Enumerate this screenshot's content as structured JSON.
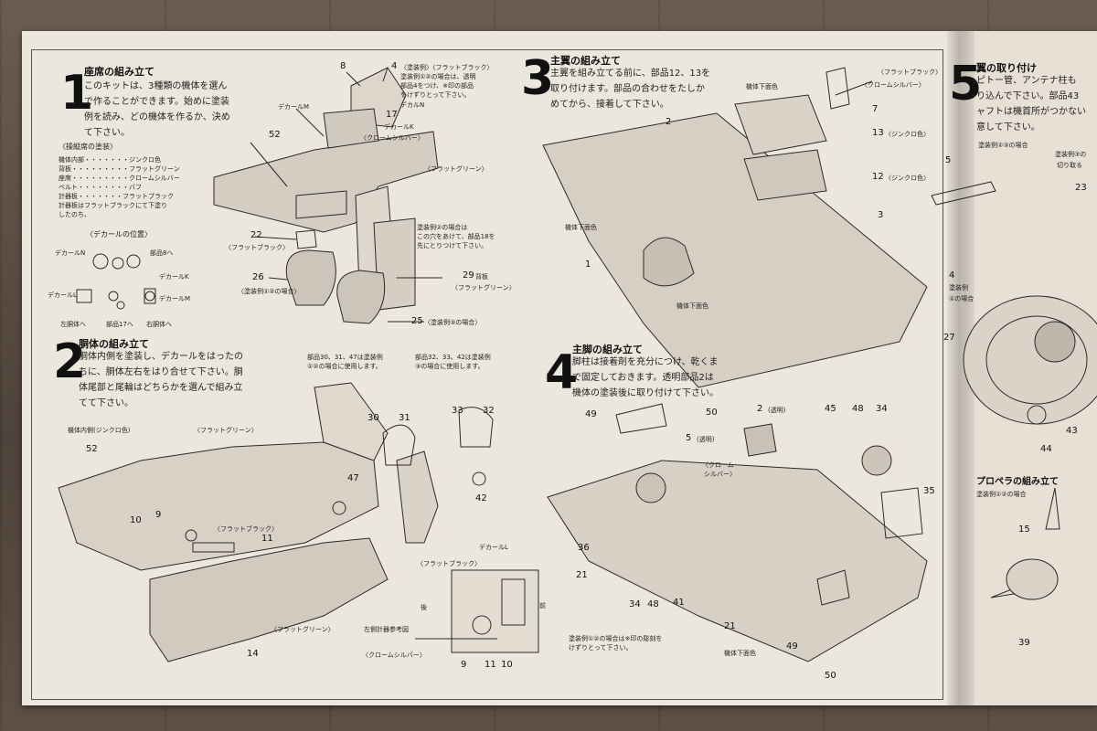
{
  "step1": {
    "number": "1",
    "title": "座席の組み立て",
    "lines": [
      "このキットは、3種類の機体を選ん",
      "で作ることができます。始めに塗装",
      "例を読み、どの機体を作るか、決め",
      "て下さい。"
    ],
    "paint_title": "〈操縦席の塗装〉",
    "paint_rows": [
      {
        "part": "機体内部",
        "color": "ジンクロ色"
      },
      {
        "part": "背板",
        "color": "フラットグリーン"
      },
      {
        "part": "座席",
        "color": "クロームシルバー"
      },
      {
        "part": "ベルト",
        "color": "バフ"
      },
      {
        "part": "計器板",
        "color": "フラットブラック"
      }
    ],
    "note1": "計器板はフラットブラックにて下塗り",
    "note2": "したのち、",
    "decal_title": "〈デカールの位置〉",
    "decal_n": "デカールN",
    "part8": "部品8へ",
    "decal_k": "デカールK",
    "decal_l": "デカールL",
    "decal_m": "デカールM",
    "left_fuselage": "左胴体へ",
    "part17": "部品17へ",
    "right_fuselage": "右胴体へ",
    "callouts": {
      "n8": "8",
      "n4": "4",
      "c4a": "〈塗装例〉〈フラットブラック〉",
      "c4b": "塗装例①②の場合は、透明",
      "c4c": "部品4をつけ、※印の部品",
      "c4d": "をけずりとって下さい。",
      "decal_m": "デカールM",
      "decal_n": "デカルN",
      "n17": "17",
      "decal_k2": "デカールK",
      "chrome": "〈クロームシルバー〉",
      "n52": "52",
      "flat_green": "〈フラットグリーン〉",
      "n22": "22",
      "flat_black": "〈フラットブラック〉",
      "c29a": "塗装例②の場合は",
      "c29b": "この穴をあけて、部品18を",
      "c29c": "先にとりつけて下さい。",
      "n26": "26",
      "ex12": "〈塗装例①②の場合〉",
      "n29": "29",
      "backboard": "背板",
      "flat_green2": "〈フラットグリーン〉",
      "n25": "25",
      "ex3": "〈塗装例③の場合〉"
    }
  },
  "step2": {
    "number": "2",
    "title": "胴体の組み立て",
    "lines": [
      "胴体内側を塗装し、デカールをはったの",
      "ちに、胴体左右をはり合せて下さい。胴",
      "体尾部と尾輪はどちらかを選んで組み立",
      "てて下さい。"
    ],
    "note_a1": "部品30、31、47は塗装例",
    "note_a2": "①②の場合に使用します。",
    "note_b1": "部品32、33、42は塗装例",
    "note_b2": "③の場合に使用します。",
    "callouts": {
      "interior": "機体内側(ジンクロ色)",
      "flat_green": "〈フラットグリーン〉",
      "n52": "52",
      "n30": "30",
      "n31": "31",
      "n33": "33",
      "n32": "32",
      "n47": "47",
      "n42": "42",
      "n10": "10",
      "n9": "9",
      "flat_black": "〈フラットブラック〉",
      "n11": "11",
      "flat_green2": "〈フラットグリーン〉",
      "n14": "14",
      "decal_l": "デカールL",
      "flat_black2": "〈フラットブラック〉",
      "rear": "後",
      "front": "前",
      "left_panel": "左側計器参考図",
      "chrome": "〈クロームシルバー〉",
      "n9b": "9",
      "n11b": "11",
      "n10b": "10"
    }
  },
  "step3": {
    "number": "3",
    "title": "主翼の組み立て",
    "lines": [
      "主翼を組み立てる前に、部品12、13を",
      "取り付けます。部品の合わせをたしか",
      "めてから、接着して下さい。"
    ],
    "callouts": {
      "flat_black": "〈フラットブラック〉",
      "chrome": "〈クロームシルバー〉",
      "n7": "7",
      "under1": "機体下面色",
      "n13": "13",
      "zinc1": "〈ジンクロ色〉",
      "n2": "2",
      "n12": "12",
      "zinc2": "〈ジンクロ色〉",
      "under2": "機体下面色",
      "n3": "3",
      "n1": "1",
      "under3": "機体下面色"
    }
  },
  "step4": {
    "number": "4",
    "title": "主脚の組み立て",
    "lines": [
      "脚柱は接着剤を充分につけ、乾くま",
      "で固定しておきます。透明部品2は",
      "機体の塗装後に取り付けて下さい。"
    ],
    "callouts": {
      "n49": "49",
      "n50": "50",
      "n2": "2",
      "clear": "(透明)",
      "n45": "45",
      "n48": "48",
      "n34": "34",
      "n5": "5",
      "clear2": "(透明)",
      "chrome": "〈クローム",
      "chrome2": "シルバー〉",
      "n35": "35",
      "n36": "36",
      "n21": "21",
      "n34b": "34",
      "n48b": "48",
      "n41": "41",
      "n21b": "21",
      "ex_a": "塗装例①②の場合は※印の彫刻を",
      "ex_b": "けずりとって下さい。",
      "under": "機体下面色",
      "n49b": "49",
      "n50b": "50"
    }
  },
  "step5": {
    "number": "5",
    "title": "翼の取り付け",
    "lines": [
      "ピトー管、アンテナ柱も",
      "り込んで下さい。部品43",
      "ャフトは機首所がつかない",
      "意して下さい。"
    ],
    "callouts": {
      "ex23": "塗装例②③の場合",
      "n5": "5",
      "n23": "23",
      "ex3a": "塗装例③の",
      "ex3b": "切り取る",
      "n4": "4",
      "ex4a": "塗装例",
      "ex4b": "①の場合",
      "n27": "27",
      "n43": "43",
      "n44": "44"
    }
  },
  "prop": {
    "title": "プロペラの組み立て",
    "ex": "塗装例①②の場合",
    "n15": "15",
    "n39": "39"
  }
}
